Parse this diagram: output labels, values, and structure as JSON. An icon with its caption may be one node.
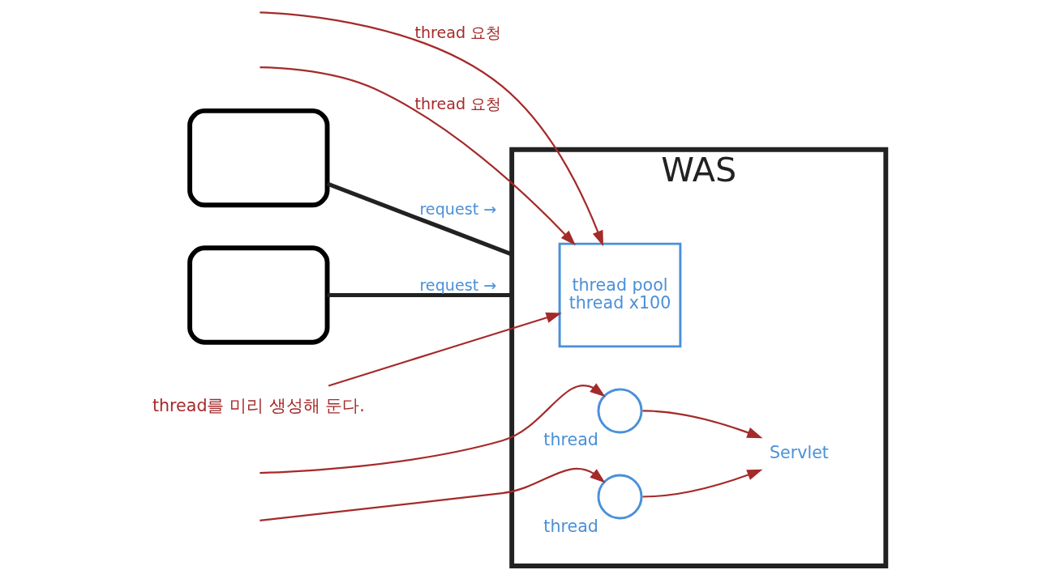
{
  "diagram": {
    "nodes": [
      {
        "text": [],
        "shape": "computer"
      },
      {
        "text": [],
        "shape": "computer"
      },
      {
        "text": [
          "WAS"
        ]
      },
      {
        "text": [
          "thread pool",
          "thread x100"
        ],
        "in": 2
      },
      {
        "text": [],
        "shape": "circle",
        "in": 2,
        "beside": [
          "thread"
        ]
      },
      {
        "text": [
          "Servlet"
        ],
        "in": 2
      },
      {
        "text": [],
        "shape": "circle",
        "in": 2,
        "beside": [
          "thread"
        ]
      },
      {
        "text": [
          "thread를 미리 생성해 둔다."
        ]
      }
    ],
    "edges": [
      {
        "from": 0,
        "to": 2,
        "arrow": "none",
        "label": "request →",
        "color": "#222222",
        "style": "thick"
      },
      {
        "from": 1,
        "to": 2,
        "arrow": "none",
        "label": "request →",
        "color": "#222222",
        "style": "thick"
      },
      {
        "from": null,
        "to": 4,
        "arrow": "to"
      },
      {
        "from": null,
        "to": 3,
        "arrow": "to",
        "label": "thread 요청"
      },
      {
        "from": null,
        "to": 3,
        "arrow": "to",
        "label": "thread 요청"
      },
      {
        "from": null,
        "to": 6,
        "arrow": "to"
      },
      {
        "from": 4,
        "to": 5,
        "arrow": "to"
      },
      {
        "from": 6,
        "to": 5,
        "arrow": "to"
      },
      {
        "from": 7,
        "to": 3,
        "arrow": "to"
      }
    ]
  }
}
